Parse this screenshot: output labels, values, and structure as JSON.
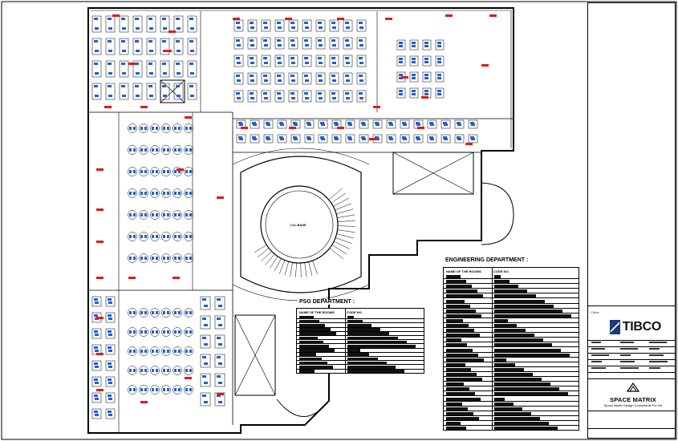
{
  "drawing": {
    "client_label": "Client:",
    "client_logo": "TIBCO",
    "consultant_logo": "SPACE MATRIX",
    "consultant_sub": "Space Matrix Design Consultants Pvt Ltd",
    "colors": {
      "linework": "#000000",
      "workstation": "#1f5fd6",
      "accent": "#e01a1a",
      "background": "#ffffff"
    }
  },
  "psg": {
    "title": "PSG DEPARTMENT :",
    "col_room": "NAME OF THE ROOMS",
    "col_code": "CODE NO.",
    "row_count_visible": 14
  },
  "engineering": {
    "title": "ENGINEERING DEPARTMENT :",
    "col_room": "NAME OF THE ROOMS",
    "col_code": "CODE NO.",
    "row_count_visible": 32
  },
  "plan": {
    "center_label": "LVL-BASE"
  }
}
